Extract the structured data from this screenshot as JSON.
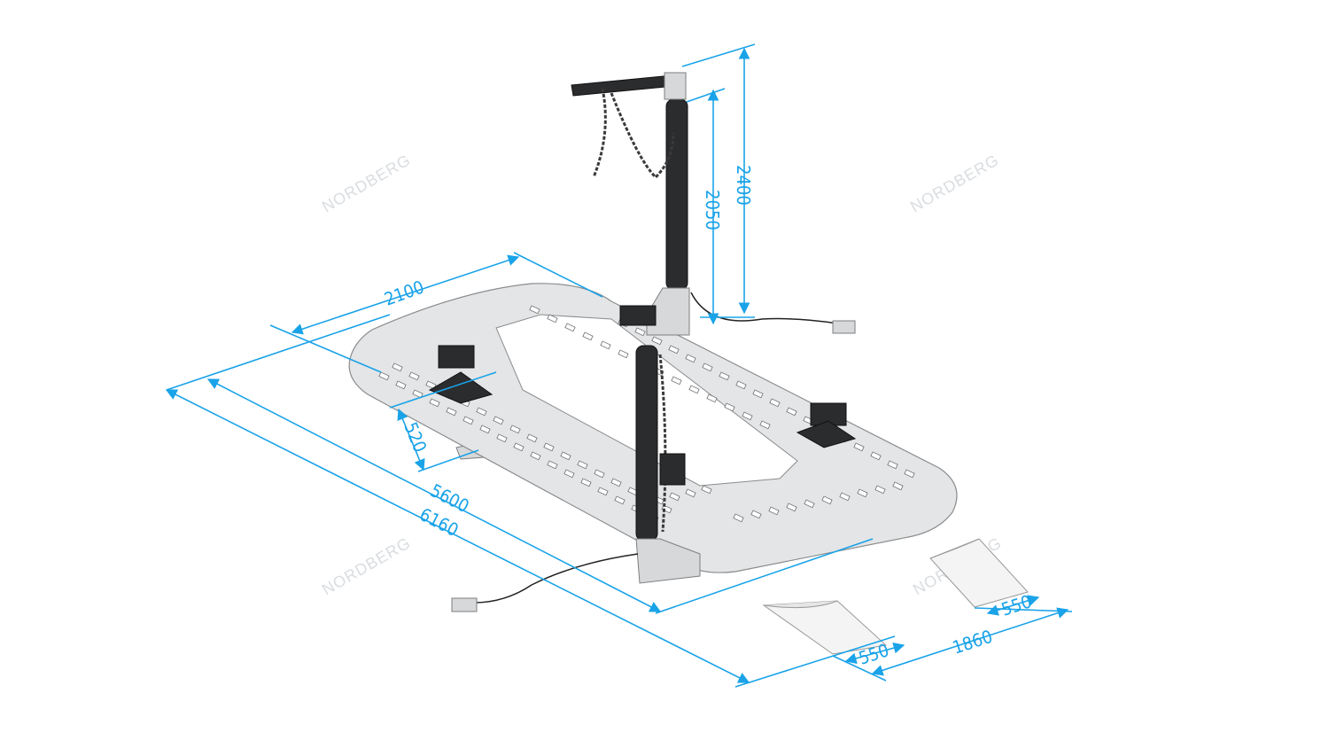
{
  "watermark": "NORDBERG",
  "accent_color": "#1aa3e8",
  "dimensions": {
    "tower_total_height": "2400",
    "tower_arm_height": "2050",
    "platform_width": "2100",
    "platform_height": "520",
    "platform_length": "5600",
    "overall_length": "6160",
    "ramp_spacing": "1860",
    "ramp_left_width": "550",
    "ramp_right_width": "550"
  }
}
